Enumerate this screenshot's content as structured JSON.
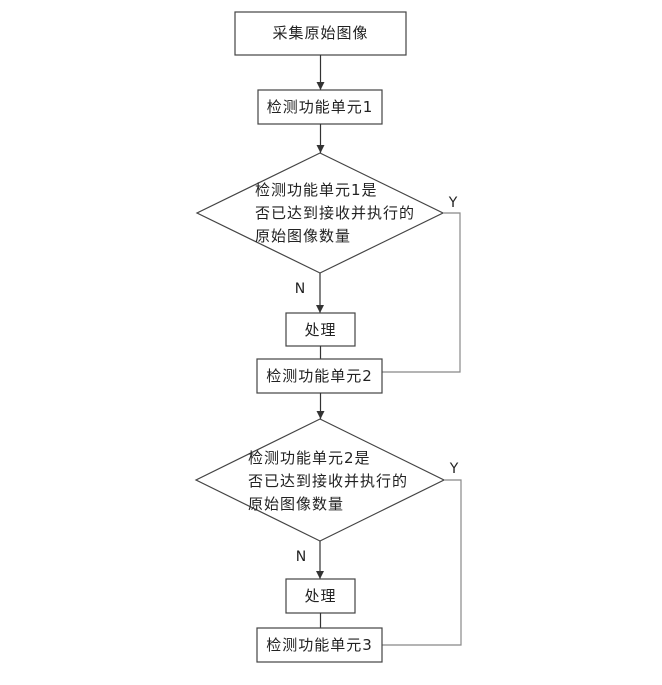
{
  "nodes": {
    "start": "采集原始图像",
    "unit1": "检测功能单元1",
    "decision1": [
      "检测功能单元1是",
      "否已达到接收并执行的",
      "原始图像数量"
    ],
    "process1": "处理",
    "unit2": "检测功能单元2",
    "decision2": [
      "检测功能单元2是",
      "否已达到接收并执行的",
      "原始图像数量"
    ],
    "process2": "处理",
    "unit3": "检测功能单元3"
  },
  "branch_labels": {
    "yes": "Y",
    "no": "N"
  }
}
